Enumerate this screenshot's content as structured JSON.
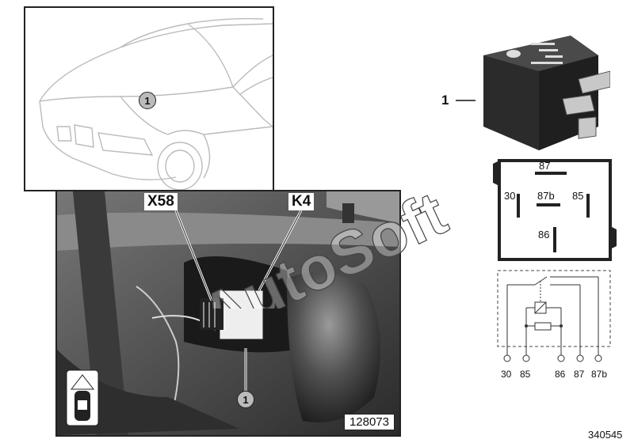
{
  "callouts": {
    "inset_position": "1",
    "photo_position": "1",
    "part_number": "1"
  },
  "photo": {
    "connector_label_x58": "X58",
    "connector_label_k4": "K4",
    "figure_number": "128073"
  },
  "relay_top": {
    "pins": [
      "87",
      "30",
      "87b",
      "85",
      "86"
    ]
  },
  "relay_schematic": {
    "terminals": [
      "30",
      "85",
      "86",
      "87",
      "87b"
    ]
  },
  "watermark": "AutoSoft",
  "document_id": "340545"
}
